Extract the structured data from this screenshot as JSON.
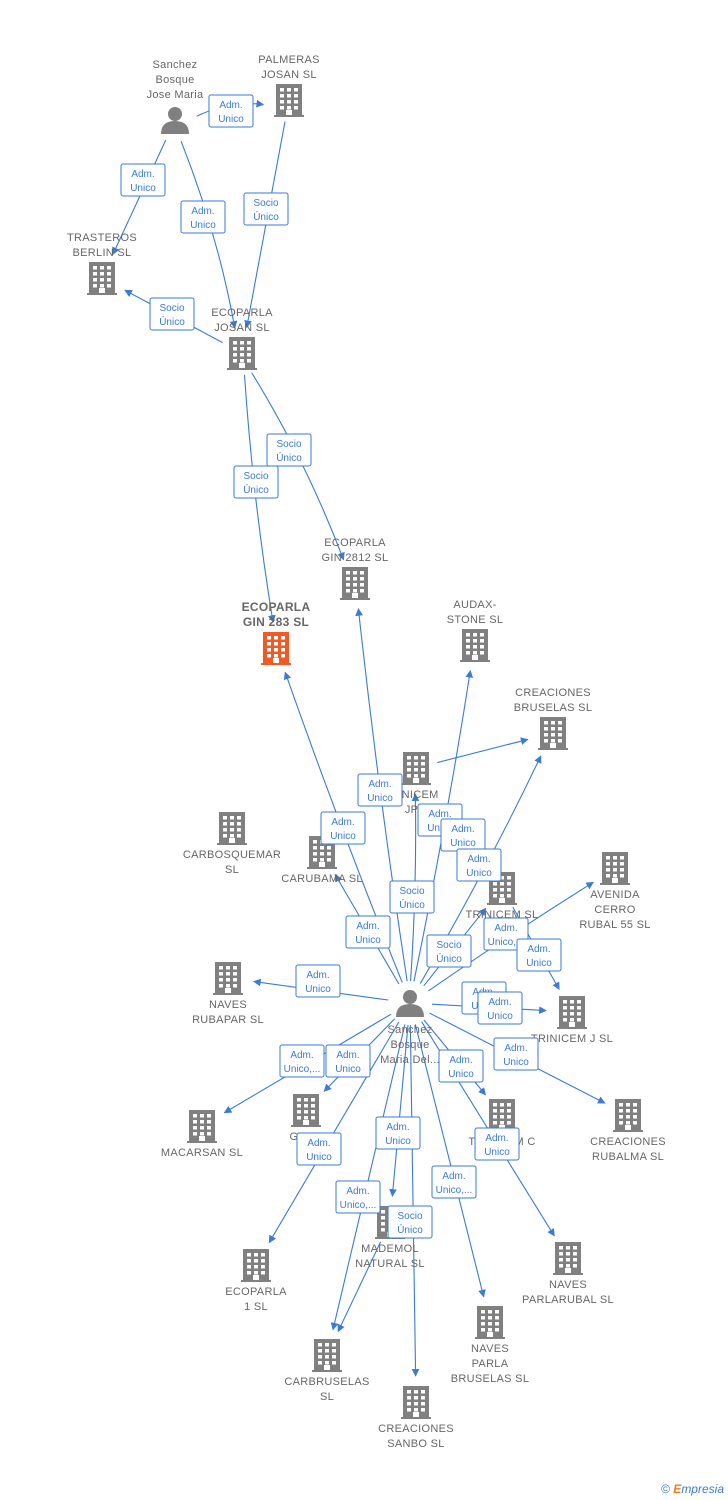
{
  "nodes": [
    {
      "id": "sanchez_jose",
      "type": "person",
      "lines": [
        "Sanchez",
        "Bosque",
        "Jose Maria"
      ],
      "focus": false
    },
    {
      "id": "palmeras",
      "type": "company",
      "lines": [
        "PALMERAS",
        "JOSAN  SL"
      ],
      "focus": false
    },
    {
      "id": "trasteros",
      "type": "company",
      "lines": [
        "TRASTEROS",
        "BERLIN  SL"
      ],
      "focus": false
    },
    {
      "id": "ecoparla_josan",
      "type": "company",
      "lines": [
        "ECOPARLA",
        "JOSAN  SL"
      ],
      "focus": false
    },
    {
      "id": "ecoparla_2812",
      "type": "company",
      "lines": [
        "ECOPARLA",
        "GIN 2812  SL"
      ],
      "focus": false
    },
    {
      "id": "ecoparla_283",
      "type": "company",
      "lines": [
        "ECOPARLA",
        "GIN 283  SL"
      ],
      "focus": true
    },
    {
      "id": "audax",
      "type": "company",
      "lines": [
        "AUDAX-",
        "STONE SL"
      ],
      "focus": false
    },
    {
      "id": "creaciones_bruselas",
      "type": "company",
      "lines": [
        "CREACIONES",
        "BRUSELAS SL"
      ],
      "focus": false
    },
    {
      "id": "unicem",
      "type": "company",
      "lines": [
        "UNICEM",
        "JPG"
      ],
      "focus": false
    },
    {
      "id": "carbosquemar",
      "type": "company",
      "lines": [
        "CARBOSQUEMAR",
        "SL"
      ],
      "focus": false
    },
    {
      "id": "carubama",
      "type": "company",
      "lines": [
        "CARUBAMA  SL"
      ],
      "focus": false
    },
    {
      "id": "trinicem_sl",
      "type": "company",
      "lines": [
        "TRINICEM  SL"
      ],
      "focus": false
    },
    {
      "id": "avenida",
      "type": "company",
      "lines": [
        "AVENIDA",
        "CERRO",
        "RUBAL 55 SL"
      ],
      "focus": false
    },
    {
      "id": "naves_rubapar",
      "type": "company",
      "lines": [
        "NAVES",
        "RUBAPAR SL"
      ],
      "focus": false
    },
    {
      "id": "sanchez_del",
      "type": "person",
      "lines": [
        "Sanchez",
        "Bosque",
        "Maria Del..."
      ],
      "focus": false
    },
    {
      "id": "trinicem_j",
      "type": "company",
      "lines": [
        "TRINICEM J  SL"
      ],
      "focus": false
    },
    {
      "id": "macarsan",
      "type": "company",
      "lines": [
        "MACARSAN  SL"
      ],
      "focus": false
    },
    {
      "id": "guar",
      "type": "company",
      "lines": [
        "GUAR"
      ],
      "focus": false
    },
    {
      "id": "trinicem_c",
      "type": "company",
      "lines": [
        "TRINICEM C",
        "SL"
      ],
      "focus": false
    },
    {
      "id": "creaciones_rubalma",
      "type": "company",
      "lines": [
        "CREACIONES",
        "RUBALMA SL"
      ],
      "focus": false
    },
    {
      "id": "mademol",
      "type": "company",
      "lines": [
        "MADEMOL",
        "NATURAL  SL"
      ],
      "focus": false
    },
    {
      "id": "naves_parlarubal",
      "type": "company",
      "lines": [
        "NAVES",
        "PARLARUBAL SL"
      ],
      "focus": false
    },
    {
      "id": "ecoparla_1",
      "type": "company",
      "lines": [
        "ECOPARLA",
        "1  SL"
      ],
      "focus": false
    },
    {
      "id": "carbruselas",
      "type": "company",
      "lines": [
        "CARBRUSELAS",
        "SL"
      ],
      "focus": false
    },
    {
      "id": "naves_parla_bruselas",
      "type": "company",
      "lines": [
        "NAVES",
        "PARLA",
        "BRUSELAS SL"
      ],
      "focus": false
    },
    {
      "id": "creaciones_sanbo",
      "type": "company",
      "lines": [
        "CREACIONES",
        "SANBO  SL"
      ],
      "focus": false
    }
  ],
  "edges": [
    {
      "from": "sanchez_jose",
      "to": "palmeras",
      "label": [
        "Adm.",
        "Unico"
      ]
    },
    {
      "from": "sanchez_jose",
      "to": "trasteros",
      "label": [
        "Adm.",
        "Unico"
      ]
    },
    {
      "from": "sanchez_jose",
      "to": "ecoparla_josan",
      "label": [
        "Adm.",
        "Unico"
      ]
    },
    {
      "from": "palmeras",
      "to": "ecoparla_josan",
      "label": [
        "Socio",
        "Único"
      ]
    },
    {
      "from": "ecoparla_josan",
      "to": "trasteros",
      "label": [
        "Socio",
        "Único"
      ]
    },
    {
      "from": "ecoparla_josan",
      "to": "ecoparla_2812",
      "label": [
        "Socio",
        "Único"
      ]
    },
    {
      "from": "ecoparla_josan",
      "to": "ecoparla_283",
      "label": [
        "Socio",
        "Único"
      ]
    },
    {
      "from": "sanchez_del",
      "to": "ecoparla_283",
      "label": [
        "Adm.",
        "Unico"
      ]
    },
    {
      "from": "sanchez_del",
      "to": "ecoparla_2812",
      "label": [
        "Adm.",
        "Unico"
      ]
    },
    {
      "from": "sanchez_del",
      "to": "audax",
      "label": [
        "Adm.",
        "Unico"
      ]
    },
    {
      "from": "sanchez_del",
      "to": "creaciones_bruselas",
      "label": [
        "Adm.",
        "Unico"
      ]
    },
    {
      "from": "sanchez_del",
      "to": "unicem",
      "label": [
        "Adm.",
        "Unico"
      ]
    },
    {
      "from": "sanchez_del",
      "to": "carubama",
      "label": [
        "Adm.",
        "Unico"
      ]
    },
    {
      "from": "sanchez_del",
      "to": "trinicem_sl",
      "label": [
        "Adm.",
        "Unico,..."
      ]
    },
    {
      "from": "sanchez_del",
      "to": "avenida",
      "label": [
        "Adm.",
        "Unico"
      ]
    },
    {
      "from": "sanchez_del",
      "to": "naves_rubapar",
      "label": [
        "Adm.",
        "Unico"
      ]
    },
    {
      "from": "sanchez_del",
      "to": "trinicem_j",
      "label": [
        "Adm.",
        "Unico"
      ]
    },
    {
      "from": "sanchez_del",
      "to": "macarsan",
      "label": [
        "Adm.",
        "Unico,..."
      ]
    },
    {
      "from": "sanchez_del",
      "to": "guar",
      "label": [
        "Adm.",
        "Unico"
      ]
    },
    {
      "from": "sanchez_del",
      "to": "trinicem_c",
      "label": [
        "Adm.",
        "Unico"
      ]
    },
    {
      "from": "sanchez_del",
      "to": "creaciones_rubalma",
      "label": [
        "Adm.",
        "Unico"
      ]
    },
    {
      "from": "sanchez_del",
      "to": "mademol",
      "label": [
        "Adm.",
        "Unico"
      ]
    },
    {
      "from": "sanchez_del",
      "to": "naves_parlarubal",
      "label": [
        "Adm.",
        "Unico"
      ]
    },
    {
      "from": "sanchez_del",
      "to": "ecoparla_1",
      "label": [
        "Adm.",
        "Unico"
      ]
    },
    {
      "from": "sanchez_del",
      "to": "carbruselas",
      "label": [
        "Adm.",
        "Unico,..."
      ]
    },
    {
      "from": "sanchez_del",
      "to": "naves_parla_bruselas",
      "label": [
        "Adm.",
        "Unico"
      ]
    },
    {
      "from": "sanchez_del",
      "to": "creaciones_sanbo",
      "label": [
        "Adm.",
        "Unico,..."
      ]
    },
    {
      "from": "unicem",
      "to": "creaciones_bruselas",
      "label": [
        "Socio",
        "Único"
      ]
    },
    {
      "from": "trinicem_sl",
      "to": "trinicem_j",
      "label": [
        "Socio",
        "Único"
      ]
    },
    {
      "from": "mademol",
      "to": "carbruselas",
      "label": [
        "Socio",
        "Único"
      ]
    }
  ],
  "colors": {
    "edge": "#3a7bd5",
    "node": "#808080",
    "focus": "#f15a24"
  },
  "footer": {
    "copyright": "©",
    "brand_initial": "E",
    "brand_rest": "mpresia"
  }
}
